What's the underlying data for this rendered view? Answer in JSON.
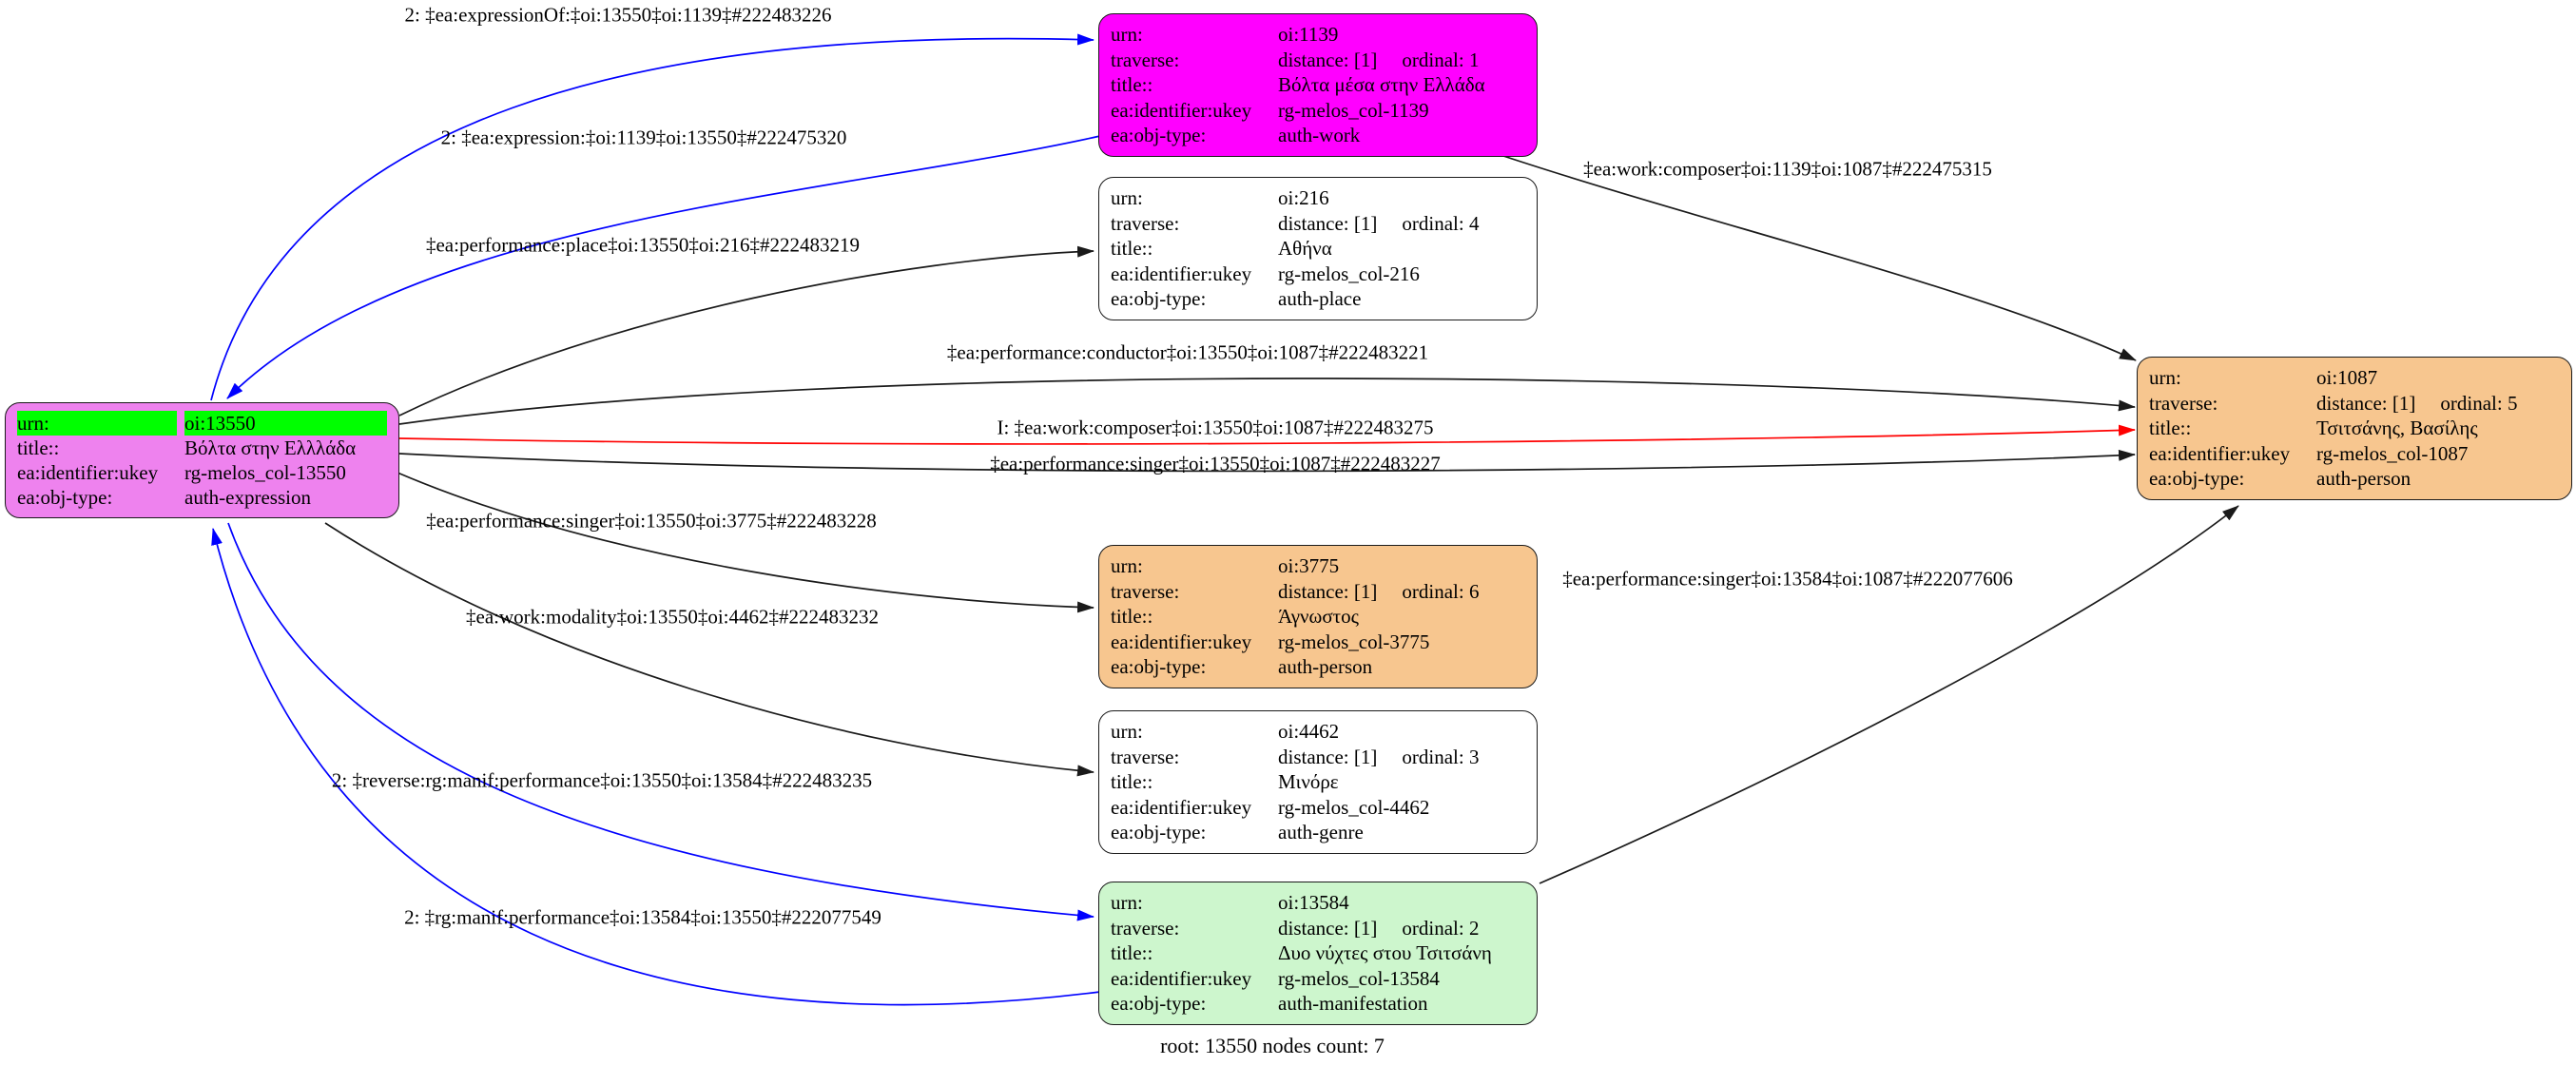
{
  "diagram": {
    "caption": "root: 13550 nodes count: 7"
  },
  "colors": {
    "edge_default": "#1a1a1a",
    "edge_traverse_blue": "#0000ff",
    "edge_inferred_red": "#ff0000",
    "node_root_fill": "#ee82ee",
    "node_root_urn_highlight": "#00ff00",
    "node_work_fill": "#ff00ff",
    "node_person_fill": "#f7c68f",
    "node_manifestation_fill": "#cdf6cd",
    "node_plain_fill": "#ffffff"
  },
  "nodes": {
    "n13550": {
      "urn_label": "urn:",
      "urn_value": "oi:13550",
      "title_label": "title::",
      "title_value": "Βόλτα στην Ελλλάδα",
      "id_label": "ea:identifier:ukey",
      "id_value": "rg-melos_col-13550",
      "type_label": "ea:obj-type:",
      "type_value": "auth-expression"
    },
    "n1139": {
      "urn_label": "urn:",
      "urn_value": "oi:1139",
      "traverse_label": "traverse:",
      "traverse_distance": "distance: [1]",
      "traverse_ordinal": "ordinal: 1",
      "title_label": "title::",
      "title_value": "Βόλτα μέσα στην Ελλάδα",
      "id_label": "ea:identifier:ukey",
      "id_value": "rg-melos_col-1139",
      "type_label": "ea:obj-type:",
      "type_value": "auth-work"
    },
    "n216": {
      "urn_label": "urn:",
      "urn_value": "oi:216",
      "traverse_label": "traverse:",
      "traverse_distance": "distance: [1]",
      "traverse_ordinal": "ordinal: 4",
      "title_label": "title::",
      "title_value": "Αθήνα",
      "id_label": "ea:identifier:ukey",
      "id_value": "rg-melos_col-216",
      "type_label": "ea:obj-type:",
      "type_value": "auth-place"
    },
    "n1087": {
      "urn_label": "urn:",
      "urn_value": "oi:1087",
      "traverse_label": "traverse:",
      "traverse_distance": "distance: [1]",
      "traverse_ordinal": "ordinal: 5",
      "title_label": "title::",
      "title_value": "Τσιτσάνης, Βασίλης",
      "id_label": "ea:identifier:ukey",
      "id_value": "rg-melos_col-1087",
      "type_label": "ea:obj-type:",
      "type_value": "auth-person"
    },
    "n3775": {
      "urn_label": "urn:",
      "urn_value": "oi:3775",
      "traverse_label": "traverse:",
      "traverse_distance": "distance: [1]",
      "traverse_ordinal": "ordinal: 6",
      "title_label": "title::",
      "title_value": "Άγνωστος",
      "id_label": "ea:identifier:ukey",
      "id_value": "rg-melos_col-3775",
      "type_label": "ea:obj-type:",
      "type_value": "auth-person"
    },
    "n4462": {
      "urn_label": "urn:",
      "urn_value": "oi:4462",
      "traverse_label": "traverse:",
      "traverse_distance": "distance: [1]",
      "traverse_ordinal": "ordinal: 3",
      "title_label": "title::",
      "title_value": "Μινόρε",
      "id_label": "ea:identifier:ukey",
      "id_value": "rg-melos_col-4462",
      "type_label": "ea:obj-type:",
      "type_value": "auth-genre"
    },
    "n13584": {
      "urn_label": "urn:",
      "urn_value": "oi:13584",
      "traverse_label": "traverse:",
      "traverse_distance": "distance: [1]",
      "traverse_ordinal": "ordinal: 2",
      "title_label": "title::",
      "title_value": "Δυο νύχτες στου Τσιτσάνη",
      "id_label": "ea:identifier:ukey",
      "id_value": "rg-melos_col-13584",
      "type_label": "ea:obj-type:",
      "type_value": "auth-manifestation"
    }
  },
  "edges": [
    {
      "label": "2: ‡ea:expressionOf:‡oi:13550‡oi:1139‡#222483226",
      "color": "#0000ff"
    },
    {
      "label": "2: ‡ea:expression:‡oi:1139‡oi:13550‡#222475320",
      "color": "#0000ff"
    },
    {
      "label": "‡ea:performance:place‡oi:13550‡oi:216‡#222483219",
      "color": "#1a1a1a"
    },
    {
      "label": "‡ea:work:composer‡oi:1139‡oi:1087‡#222475315",
      "color": "#1a1a1a"
    },
    {
      "label": "‡ea:performance:conductor‡oi:13550‡oi:1087‡#222483221",
      "color": "#1a1a1a"
    },
    {
      "label": "I: ‡ea:work:composer‡oi:13550‡oi:1087‡#222483275",
      "color": "#ff0000"
    },
    {
      "label": "‡ea:performance:singer‡oi:13550‡oi:1087‡#222483227",
      "color": "#1a1a1a"
    },
    {
      "label": "‡ea:performance:singer‡oi:13550‡oi:3775‡#222483228",
      "color": "#1a1a1a"
    },
    {
      "label": "‡ea:work:modality‡oi:13550‡oi:4462‡#222483232",
      "color": "#1a1a1a"
    },
    {
      "label": "2: ‡reverse:rg:manif:performance‡oi:13550‡oi:13584‡#222483235",
      "color": "#0000ff"
    },
    {
      "label": "2: ‡rg:manif:performance‡oi:13584‡oi:13550‡#222077549",
      "color": "#0000ff"
    },
    {
      "label": "‡ea:performance:singer‡oi:13584‡oi:1087‡#222077606",
      "color": "#1a1a1a"
    }
  ]
}
